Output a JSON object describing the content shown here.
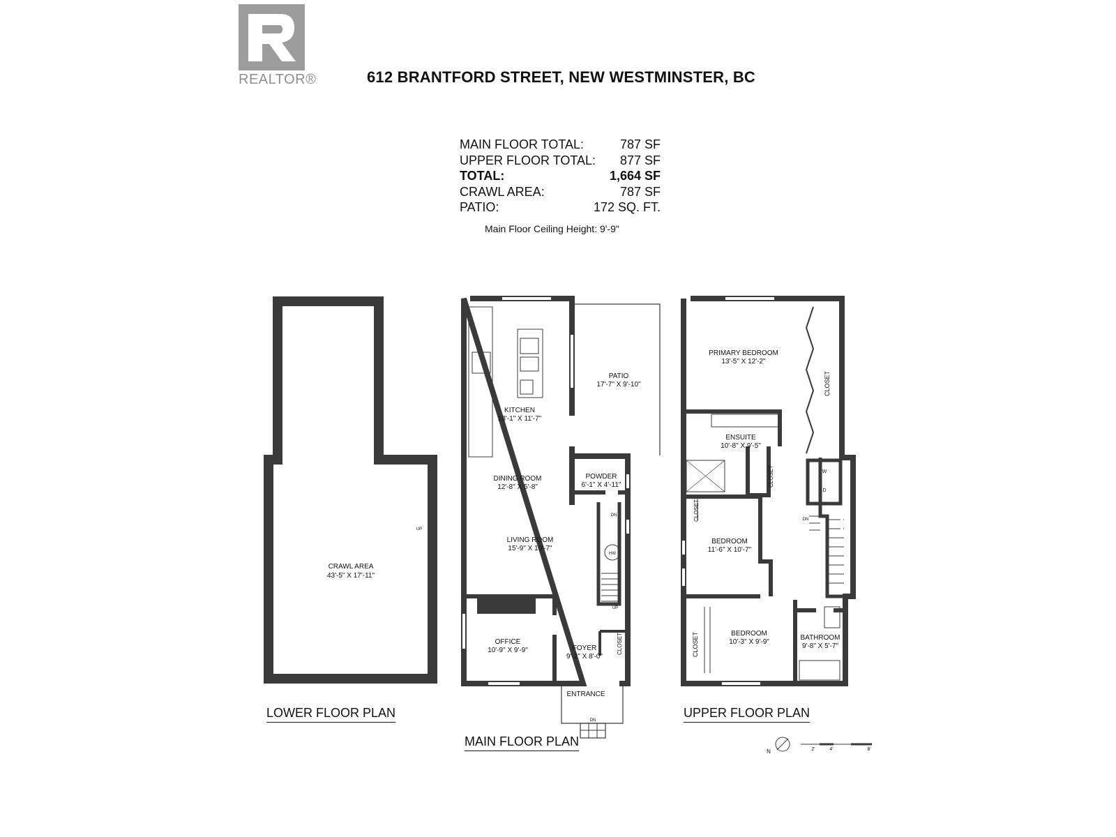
{
  "logo": {
    "text": "REALTOR®",
    "icon": "realtor-r-logo"
  },
  "address": "612 BRANTFORD STREET, NEW WESTMINSTER, BC",
  "stats": [
    {
      "label": "MAIN FLOOR TOTAL:",
      "value": "787 SF",
      "bold": false
    },
    {
      "label": "UPPER FLOOR TOTAL:",
      "value": "877 SF",
      "bold": false
    },
    {
      "label": "TOTAL:",
      "value": "1,664 SF",
      "bold": true
    },
    {
      "label": "CRAWL AREA:",
      "value": "787 SF",
      "bold": false
    },
    {
      "label": "PATIO:",
      "value": "172 SQ. FT.",
      "bold": false
    }
  ],
  "ceiling_note": "Main Floor Ceiling Height: 9'-9\"",
  "plans": {
    "lower": {
      "title": "LOWER FLOOR PLAN",
      "rooms": [
        {
          "name": "CRAWL AREA",
          "dims": "43'-5\" X 17'-11\""
        }
      ],
      "labels": [
        "UP"
      ]
    },
    "main": {
      "title": "MAIN FLOOR PLAN",
      "rooms": [
        {
          "name": "KITCHEN",
          "dims": "18'-1\" X 11'-7\""
        },
        {
          "name": "PATIO",
          "dims": "17'-7\" X 9'-10\""
        },
        {
          "name": "DINING ROOM",
          "dims": "12'-8\" X 5'-8\""
        },
        {
          "name": "POWDER",
          "dims": "6'-1\" X 4'-11\""
        },
        {
          "name": "LIVING ROOM",
          "dims": "15'-9\" X 10'-7\""
        },
        {
          "name": "OFFICE",
          "dims": "10'-9\" X 9'-9\""
        },
        {
          "name": "FOYER",
          "dims": "9'-2\" X 8'-0\""
        }
      ],
      "labels": [
        "CLOSET",
        "ENTRANCE",
        "DN",
        "UP",
        "HW"
      ]
    },
    "upper": {
      "title": "UPPER FLOOR PLAN",
      "rooms": [
        {
          "name": "PRIMARY BEDROOM",
          "dims": "13'-5\" X 12'-2\""
        },
        {
          "name": "ENSUITE",
          "dims": "10'-8\" X 9'-5\""
        },
        {
          "name": "BEDROOM",
          "dims": "11'-6\" X 10'-7\""
        },
        {
          "name": "BEDROOM",
          "dims": "10'-3\" X 9'-9\""
        },
        {
          "name": "BATHROOM",
          "dims": "9'-8\" X 5'-7\""
        }
      ],
      "labels": [
        "CLOSET",
        "DN",
        "W",
        "D"
      ]
    }
  },
  "north_label": "N",
  "scale": {
    "ticks": [
      "2'",
      "4'",
      "8'"
    ]
  },
  "colors": {
    "wall": "#3a3a3a",
    "logo": "#9c9c9c",
    "text": "#111111"
  }
}
